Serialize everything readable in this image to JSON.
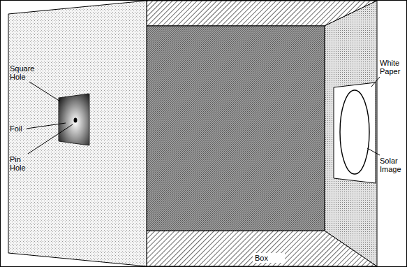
{
  "diagram": {
    "labels": [
      "Square Hole",
      "Foil",
      "Pin Hole",
      "White Paper",
      "Solar Image",
      "Box"
    ]
  }
}
